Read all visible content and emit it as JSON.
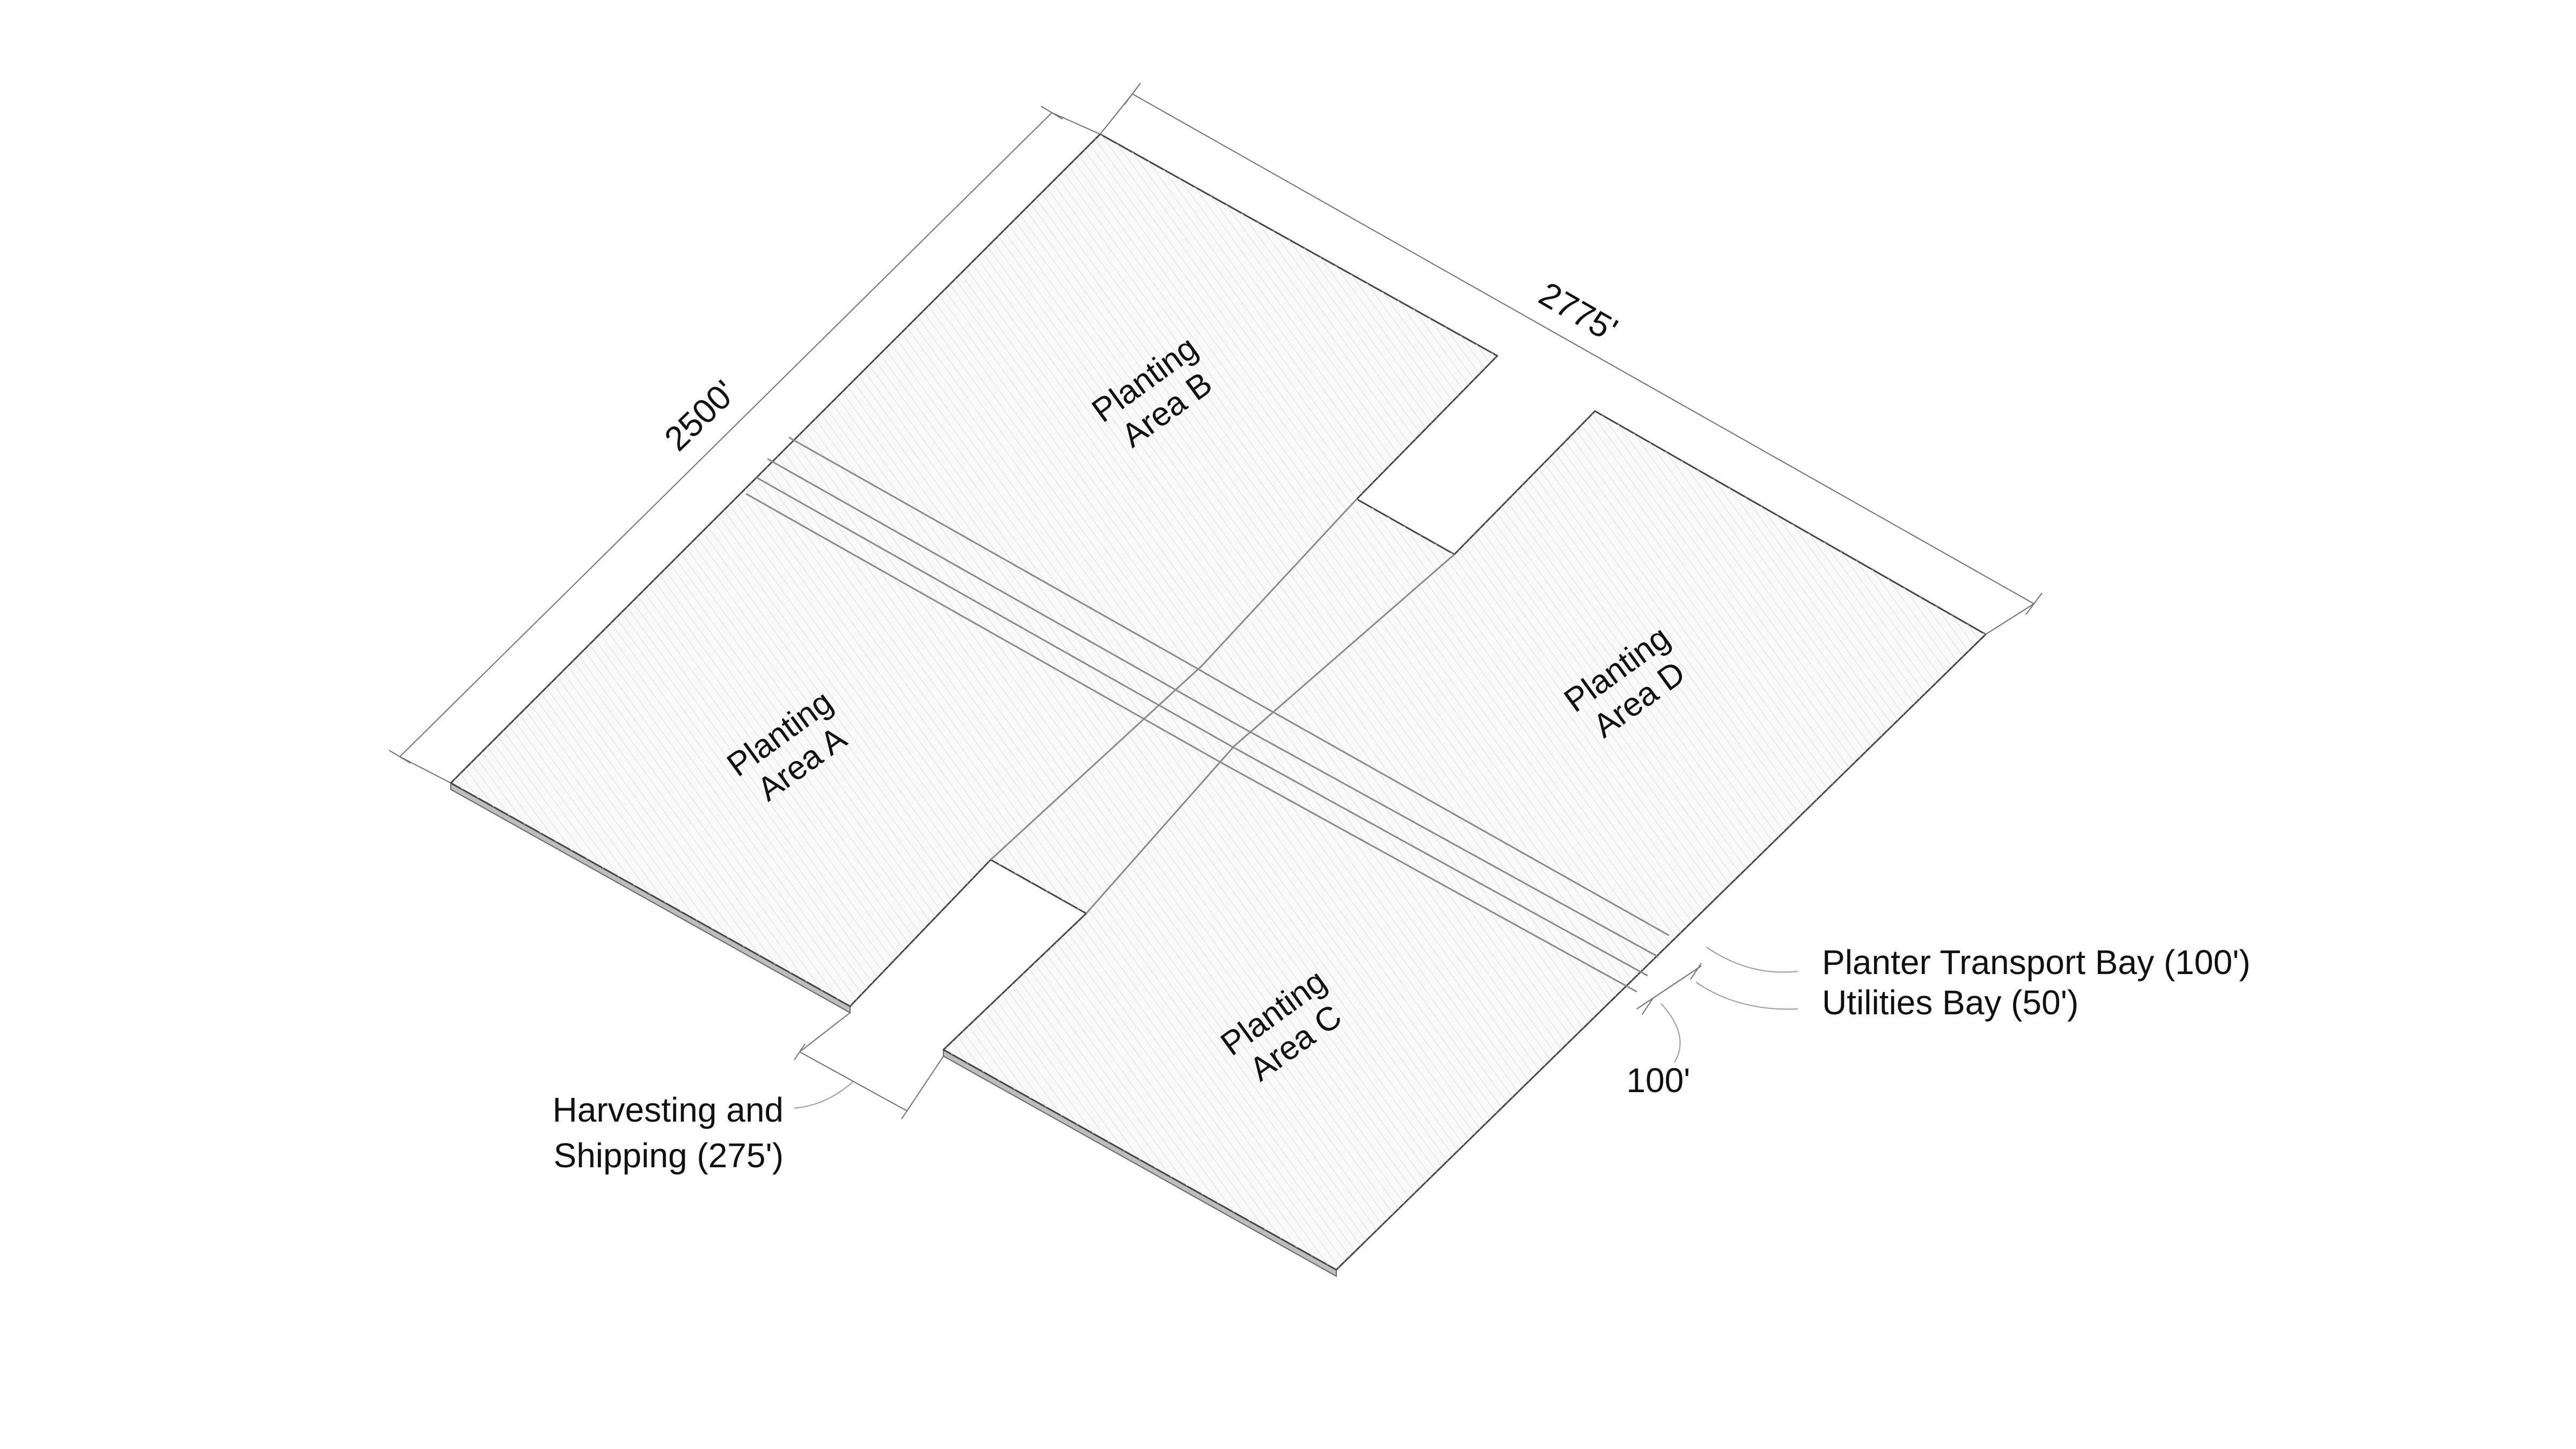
{
  "planting_areas": [
    {
      "id": "a",
      "line1": "Planting",
      "line2": "Area A"
    },
    {
      "id": "b",
      "line1": "Planting",
      "line2": "Area B"
    },
    {
      "id": "c",
      "line1": "Planting",
      "line2": "Area C"
    },
    {
      "id": "d",
      "line1": "Planting",
      "line2": "Area D"
    }
  ],
  "dimensions": {
    "length_left": "2500'",
    "length_top": "2775'",
    "bay_width": "100'"
  },
  "callouts": {
    "planter_transport_bay": "Planter Transport Bay (100')",
    "utilities_bay": "Utilities Bay (50')",
    "harvesting_line1": "Harvesting and",
    "harvesting_line2": "Shipping (275')"
  }
}
